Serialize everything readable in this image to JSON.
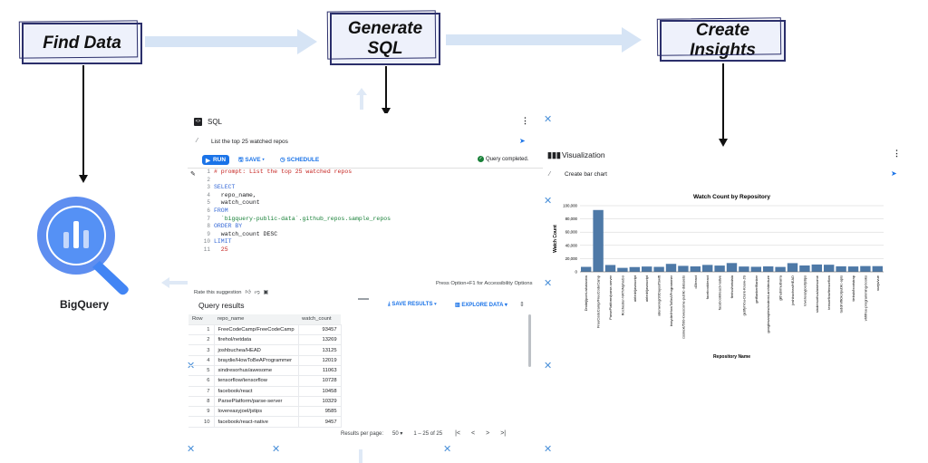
{
  "flow": {
    "step1": "Find Data",
    "step2_line1": "Generate",
    "step2_line2": "SQL",
    "step3": "Create Insights"
  },
  "bigquery": {
    "label": "BigQuery",
    "logo": "bigquery-logo-icon"
  },
  "sql_panel": {
    "title": "SQL",
    "prompt": "List the top 25 watched repos",
    "run_label": "RUN",
    "save_label": "SAVE",
    "schedule_label": "SCHEDULE",
    "status": "Query completed.",
    "code": [
      {
        "n": "1",
        "t": "# prompt: List the top 25 watched repos",
        "c": "cm"
      },
      {
        "n": "2",
        "t": "",
        "c": ""
      },
      {
        "n": "3",
        "t": "SELECT",
        "c": "kw"
      },
      {
        "n": "4",
        "t": "  repo_name,",
        "c": ""
      },
      {
        "n": "5",
        "t": "  watch_count",
        "c": ""
      },
      {
        "n": "6",
        "t": "FROM",
        "c": "kw"
      },
      {
        "n": "7",
        "t": "  `bigquery-public-data`.github_repos.sample_repos",
        "c": "str"
      },
      {
        "n": "8",
        "t": "ORDER BY",
        "c": "kw"
      },
      {
        "n": "9",
        "t": "  watch_count DESC",
        "c": ""
      },
      {
        "n": "10",
        "t": "LIMIT",
        "c": "kw"
      },
      {
        "n": "11",
        "t": "  25",
        "c": "num"
      }
    ],
    "accessibility_hint": "Press Option+F1 for Accessibility Options",
    "rate_label": "Rate this suggestion"
  },
  "results": {
    "title": "Query results",
    "save_results": "SAVE RESULTS",
    "explore_data": "EXPLORE DATA",
    "columns": [
      "Row",
      "repo_name",
      "watch_count"
    ],
    "rows": [
      [
        "1",
        "FreeCodeCamp/FreeCodeCamp",
        "93457"
      ],
      [
        "2",
        "firehol/netdata",
        "13269"
      ],
      [
        "3",
        "joshbuchea/HEAD",
        "13125"
      ],
      [
        "4",
        "braydie/HowToBeAProgrammer",
        "12019"
      ],
      [
        "5",
        "sindresorhus/awesome",
        "11063"
      ],
      [
        "6",
        "tensorflow/tensorflow",
        "10728"
      ],
      [
        "7",
        "facebook/react",
        "10458"
      ],
      [
        "8",
        "ParsePlatform/parse-server",
        "10329"
      ],
      [
        "9",
        "lovereasyjoel/jstips",
        "9585"
      ],
      [
        "10",
        "facebook/react-native",
        "9457"
      ]
    ],
    "results_per_page_label": "Results per page:",
    "results_per_page": "50",
    "range": "1 – 25 of 25"
  },
  "viz_panel": {
    "title": "Visualization",
    "prompt": "Create bar chart"
  },
  "chart_data": {
    "type": "bar",
    "title": "Watch Count by Repository",
    "xlabel": "Repository Name",
    "ylabel": "Watch Count",
    "ylim": [
      0,
      100000
    ],
    "yticks": [
      "100,000",
      "80,000",
      "60,000",
      "40,000",
      "20,000",
      "0"
    ],
    "color": "#4e79a7",
    "categories": [
      "Dmitrij/poet-whatsnew",
      "FreeCodeCamp/FreeCodeCamp",
      "ParsePlatform/parse-server",
      "Rochester-NRT/AlphaGo",
      "airbnb/javascript",
      "airbnb/javascript",
      "alienwong/30DaysofSwift",
      "braydie/HowToBeAProgrammer",
      "cssnext/500-lovescome-public-datasets",
      "d3/react",
      "facebook/react",
      "facebook/react-native",
      "firehol/netdata",
      "getify/You-Dont-Know-JS",
      "getflanker/flanker",
      "googlesamples/android-architecture",
      "github/muibarra",
      "joshbuchea/HEAD",
      "lovereasyjoel/jstips",
      "sindresorhus/awesome",
      "tensorflow/tensorflow",
      "tuddmiflicko/public-apis",
      "tiebuk/bootstrap",
      "vhf/free-programming-books",
      "vuejs/vue"
    ],
    "values": [
      7500,
      93457,
      10329,
      6000,
      7200,
      8000,
      7500,
      12019,
      9000,
      8200,
      10458,
      9457,
      13269,
      8000,
      7600,
      8200,
      7400,
      13125,
      9585,
      11063,
      10728,
      8300,
      8100,
      8700,
      8600
    ]
  }
}
